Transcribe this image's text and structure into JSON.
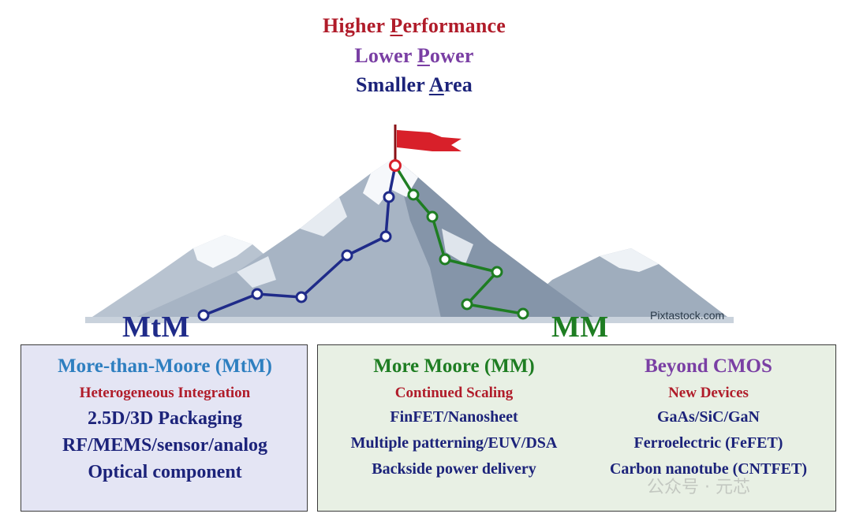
{
  "goals": {
    "performance": {
      "pre": "Higher ",
      "key": "P",
      "post": "erformance"
    },
    "power": {
      "pre": "Lower ",
      "key": "P",
      "post": "ower"
    },
    "area": {
      "pre": "Smaller ",
      "key": "A",
      "post": "rea"
    }
  },
  "labels": {
    "mtm": "MtM",
    "mm": "MM",
    "watermark": "Pixtastock.com"
  },
  "panels": {
    "mtm": {
      "title": "More-than-Moore (MtM)",
      "subtitle": "Heterogeneous Integration",
      "items": [
        "2.5D/3D Packaging",
        "RF/MEMS/sensor/analog",
        "Optical component"
      ]
    },
    "mm": {
      "title": "More Moore (MM)",
      "subtitle": "Continued Scaling",
      "items": [
        "FinFET/Nanosheet",
        "Multiple patterning/EUV/DSA",
        "Backside power delivery"
      ]
    },
    "beyond": {
      "title": "Beyond CMOS",
      "subtitle": "New  Devices",
      "items": [
        "GaAs/SiC/GaN",
        "Ferroelectric (FeFET)",
        "Carbon nanotube (CNTFET)"
      ]
    }
  },
  "overlay_watermark": "公众号 · 元芯",
  "colors": {
    "red": "#b01c2a",
    "purple": "#7a3fa4",
    "navy": "#1c237a",
    "mtm_path": "#1f2b89",
    "mm_path": "#1e7d22",
    "flag": "#d8202a"
  }
}
